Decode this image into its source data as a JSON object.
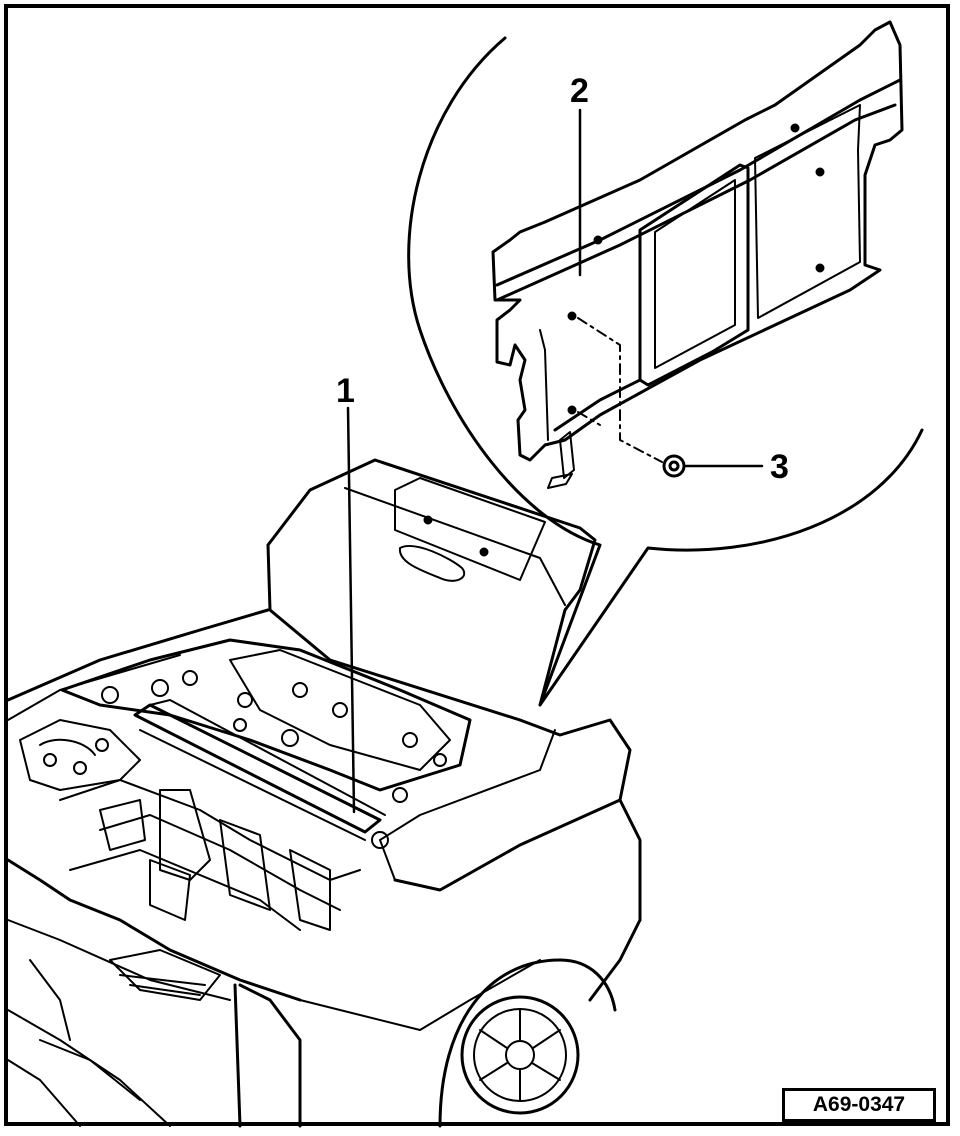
{
  "diagram": {
    "reference_code": "A69-0347",
    "callouts": [
      {
        "number": "1"
      },
      {
        "number": "2"
      },
      {
        "number": "3"
      }
    ],
    "line_color": "#000000",
    "background_color": "#ffffff"
  }
}
